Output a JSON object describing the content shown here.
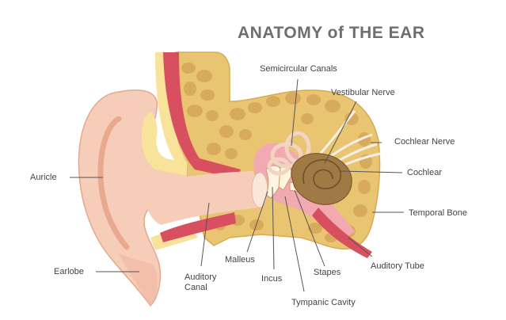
{
  "title": "ANATOMY of THE EAR",
  "labels": {
    "semicircular_canals": "Semicircular Canals",
    "vestibular_nerve": "Vestibular Nerve",
    "cochlear_nerve": "Cochlear Nerve",
    "cochlear": "Cochlear",
    "temporal_bone": "Temporal Bone",
    "auditory_tube": "Auditory Tube",
    "auricle": "Auricle",
    "earlobe": "Earlobe",
    "auditory_canal_line1": "Auditory",
    "auditory_canal_line2": "Canal",
    "malleus": "Malleus",
    "incus": "Incus",
    "stapes": "Stapes",
    "tympanic_cavity": "Tympanic Cavity"
  },
  "colors": {
    "skin": "#f6cdb8",
    "skin_shadow": "#e9a98f",
    "cartilage": "#f9e39a",
    "canal_red": "#d8505f",
    "bone": "#e9c571",
    "bone_cell": "#c9964a",
    "cochlea": "#a07a45",
    "title": "#6e6e6e",
    "leader_line": "#555555"
  }
}
